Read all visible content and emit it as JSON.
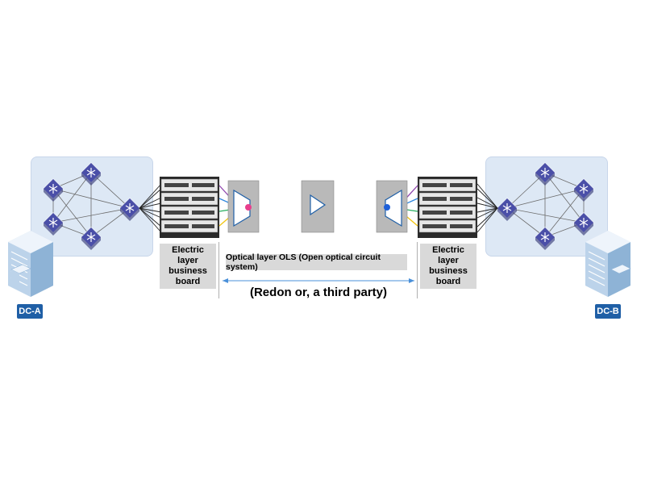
{
  "left": {
    "board_label": "Electric\nlayer\nbusiness\nboard",
    "dc_label": "DC-A"
  },
  "right": {
    "board_label": "Electric\nlayer\nbusiness\nboard",
    "dc_label": "DC-B"
  },
  "ols_label": "Optical layer OLS (Open optical circuit system)",
  "vendor_caption": "(Redon or, a third party)",
  "colors": {
    "panel": "#dde8f5",
    "switch": "#3b3f8f",
    "badge": "#1f5fa6",
    "label_box": "#d9d9d9",
    "arrow": "#4a90d9"
  }
}
